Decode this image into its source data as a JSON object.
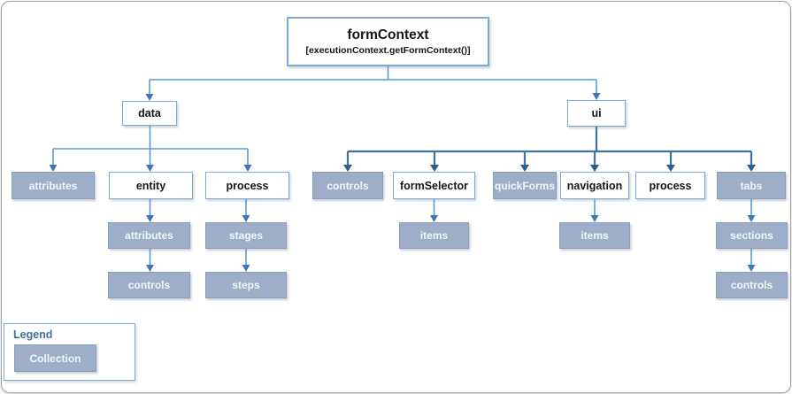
{
  "diagram": {
    "root": {
      "title": "formContext",
      "subtitle": "[executionContext.getFormContext()]"
    },
    "nodes": {
      "data": "data",
      "ui": "ui",
      "data_attributes": "attributes",
      "data_entity": "entity",
      "data_process": "process",
      "entity_attributes": "attributes",
      "entity_controls": "controls",
      "process_stages": "stages",
      "process_steps": "steps",
      "ui_controls": "controls",
      "ui_formSelector": "formSelector",
      "ui_quickForms": "quickForms",
      "ui_navigation": "navigation",
      "ui_process": "process",
      "ui_tabs": "tabs",
      "formSelector_items": "items",
      "navigation_items": "items",
      "tabs_sections": "sections",
      "tabs_controls": "controls"
    },
    "tree": {
      "label": "formContext",
      "children": [
        {
          "label": "data",
          "children": [
            {
              "label": "attributes",
              "type": "collection"
            },
            {
              "label": "entity",
              "children": [
                {
                  "label": "attributes",
                  "type": "collection",
                  "children": [
                    {
                      "label": "controls",
                      "type": "collection"
                    }
                  ]
                }
              ]
            },
            {
              "label": "process",
              "children": [
                {
                  "label": "stages",
                  "type": "collection",
                  "children": [
                    {
                      "label": "steps",
                      "type": "collection"
                    }
                  ]
                }
              ]
            }
          ]
        },
        {
          "label": "ui",
          "children": [
            {
              "label": "controls",
              "type": "collection"
            },
            {
              "label": "formSelector",
              "children": [
                {
                  "label": "items",
                  "type": "collection"
                }
              ]
            },
            {
              "label": "quickForms",
              "type": "collection"
            },
            {
              "label": "navigation",
              "children": [
                {
                  "label": "items",
                  "type": "collection"
                }
              ]
            },
            {
              "label": "process"
            },
            {
              "label": "tabs",
              "type": "collection",
              "children": [
                {
                  "label": "sections",
                  "type": "collection",
                  "children": [
                    {
                      "label": "controls",
                      "type": "collection"
                    }
                  ]
                }
              ]
            }
          ]
        }
      ]
    },
    "legend": {
      "title": "Legend",
      "collection_label": "Collection"
    },
    "colors": {
      "connector_light": "#5B9BD5",
      "connector_dark": "#41719C",
      "collection_fill": "#9EADC8",
      "node_border": "#7FA8D4",
      "frame_border": "#A3A3A3"
    }
  }
}
